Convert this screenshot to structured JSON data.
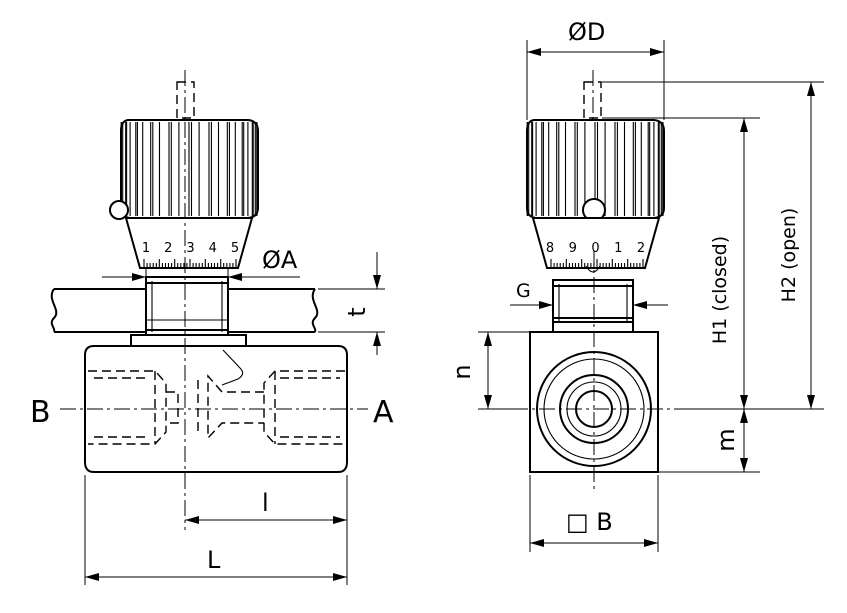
{
  "left_view": {
    "port_left": "B",
    "port_right": "A",
    "dim_l": "l",
    "dim_L": "L",
    "dim_t": "t",
    "dim_phiA": "ØA",
    "scale_marks": [
      "1",
      "2",
      "3",
      "4",
      "5"
    ]
  },
  "right_view": {
    "dim_phiD": "ØD",
    "dim_G": "G",
    "dim_n": "n",
    "dim_m": "m",
    "dim_squareB": "□ B",
    "dim_H1": "H1 (closed)",
    "dim_H2": "H2 (open)",
    "scale_marks": [
      "8",
      "9",
      "0",
      "1",
      "2"
    ]
  }
}
